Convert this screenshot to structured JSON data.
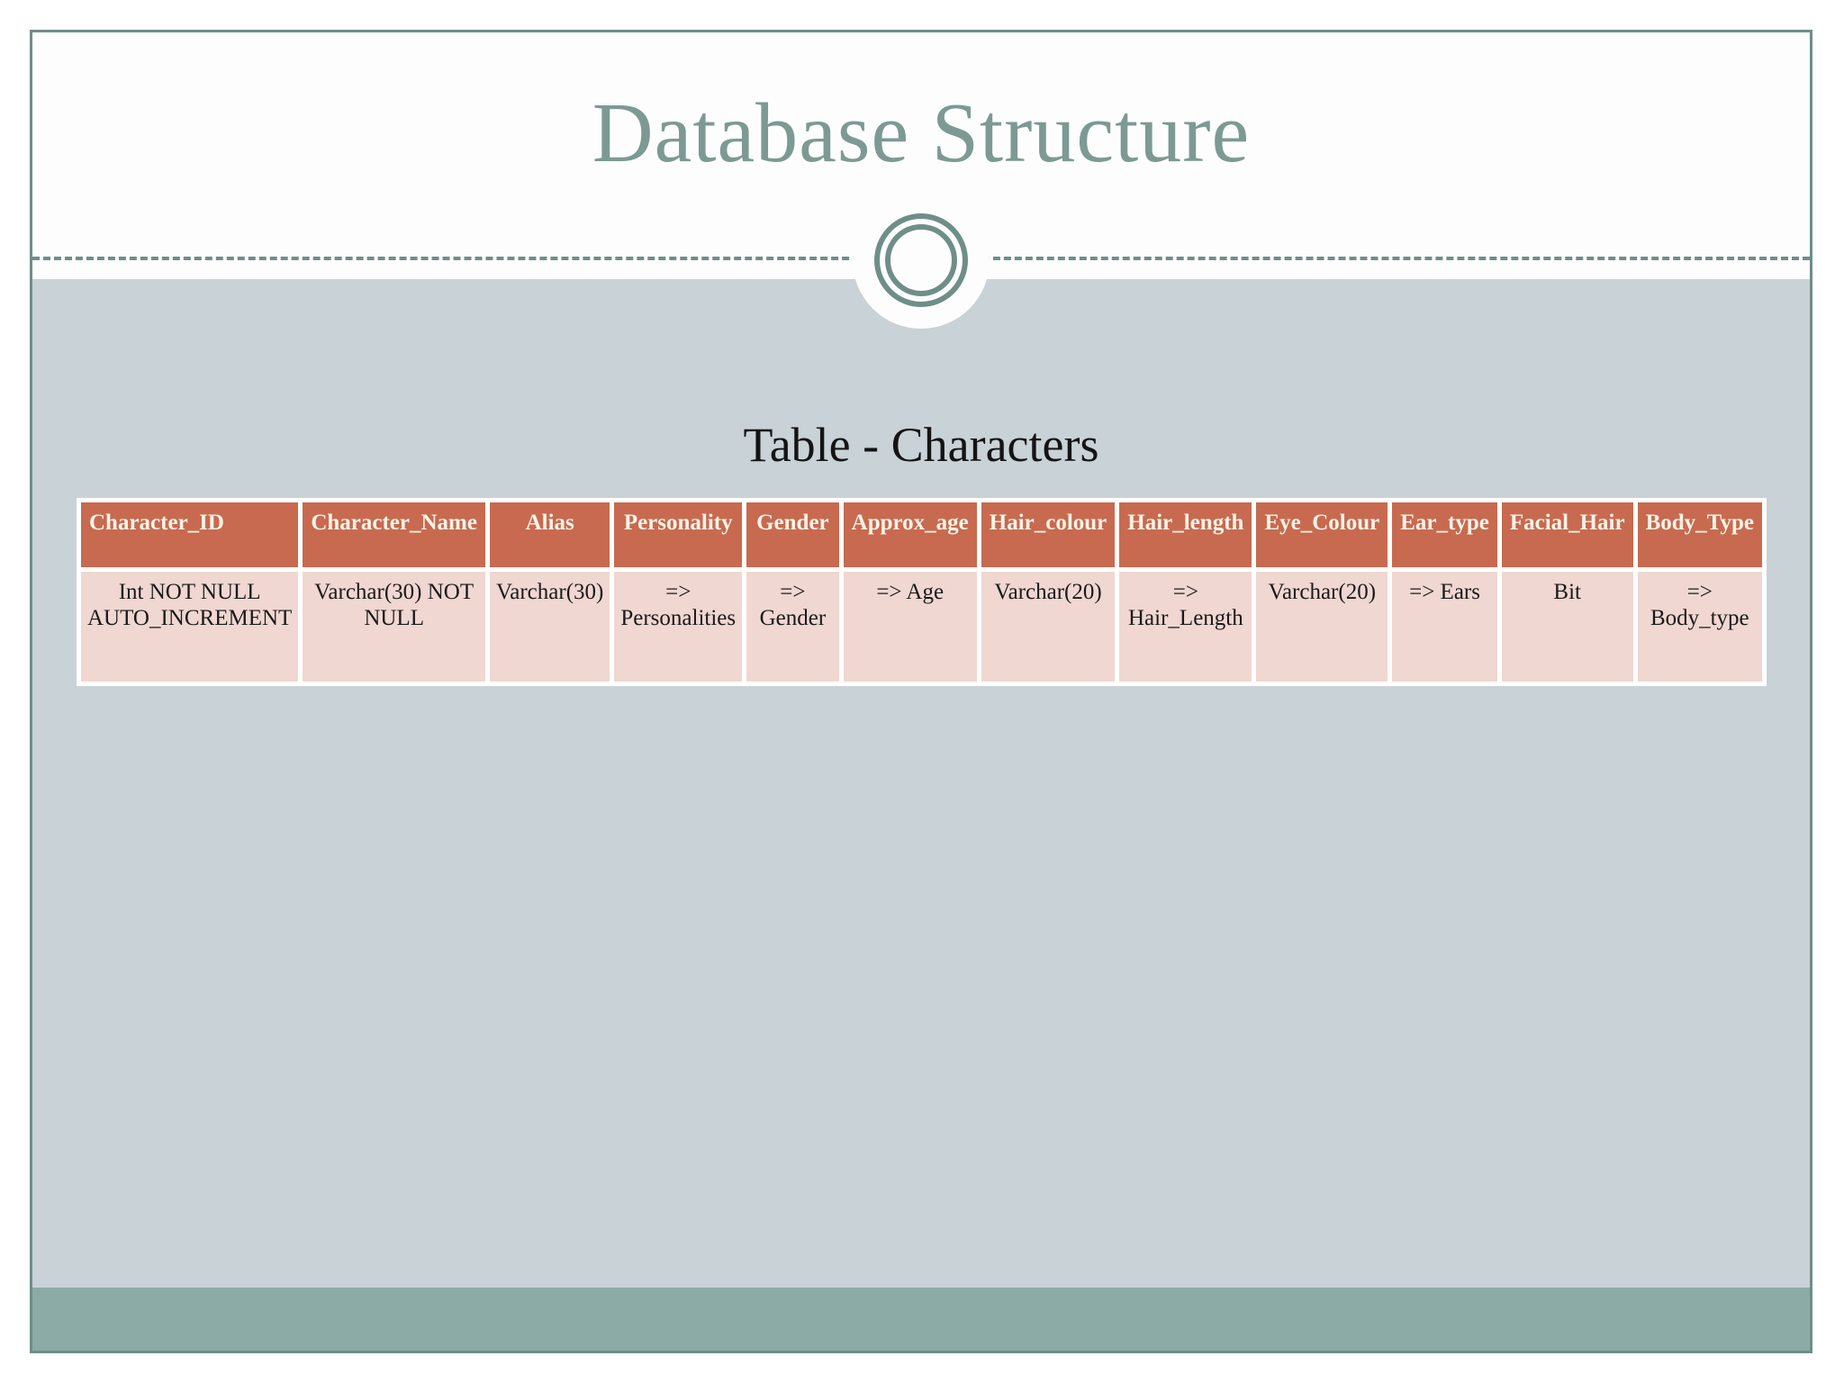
{
  "slide": {
    "title": "Database Structure",
    "content": {
      "heading": "Table - Characters",
      "table": {
        "columns": [
          "Character_ID",
          "Character_Name",
          "Alias",
          "Personality",
          "Gender",
          "Approx_age",
          "Hair_colour",
          "Hair_length",
          "Eye_Colour",
          "Ear_type",
          "Facial_Hair",
          "Body_Type"
        ],
        "types": [
          "Int NOT NULL AUTO_INCREMENT",
          "Varchar(30) NOT NULL",
          "Varchar(30)",
          "=> Personalities",
          "=> Gender",
          "=> Age",
          "Varchar(20)",
          "=> Hair_Length",
          "Varchar(20)",
          "=> Ears",
          "Bit",
          "=> Body_type"
        ]
      }
    },
    "colors": {
      "accent_teal": "#6f8e88",
      "title_text": "#7c9a93",
      "content_background": "#c9d2d7",
      "footer_bar": "#8caba7",
      "table_header_background": "#c76a50",
      "table_header_text": "#f8f2e6",
      "table_cell_background": "#f0d7d1",
      "table_border": "#ffffff"
    }
  }
}
